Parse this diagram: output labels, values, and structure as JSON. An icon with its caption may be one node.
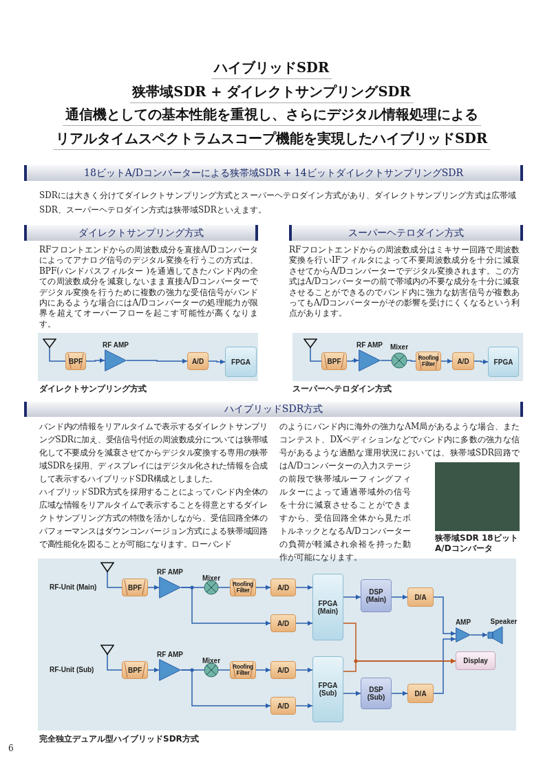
{
  "diagram": {
    "title": "ハイブリッドSDR",
    "nodes": [
      {
        "text": [],
        "shape": "antenna"
      },
      {
        "text": [
          "BPF"
        ]
      },
      {
        "text": [
          "RF AMP"
        ]
      },
      {
        "text": [
          "A/D"
        ]
      },
      {
        "text": [
          "FPGA"
        ]
      },
      {
        "text": [],
        "shape": "antenna"
      },
      {
        "text": [
          "BPF"
        ]
      },
      {
        "text": [
          "RF AMP"
        ]
      },
      {
        "text": [
          "Mixer"
        ]
      },
      {
        "text": [
          "Roofing Filter"
        ]
      },
      {
        "text": [
          "A/D"
        ]
      },
      {
        "text": [
          "FPGA"
        ]
      },
      {
        "text": [],
        "shape": "antenna"
      },
      {
        "text": [
          "BPF"
        ]
      },
      {
        "text": [
          "RF AMP"
        ]
      },
      {
        "text": [
          "Mixer"
        ]
      },
      {
        "text": [
          "Roofing Filter"
        ]
      },
      {
        "text": [
          "A/D"
        ]
      },
      {
        "text": [
          "A/D"
        ]
      },
      {
        "text": [
          "FPGA (Main)"
        ]
      },
      {
        "text": [
          "DSP (Main)"
        ]
      },
      {
        "text": [
          "D/A"
        ]
      },
      {
        "text": [],
        "shape": "antenna"
      },
      {
        "text": [
          "BPF"
        ]
      },
      {
        "text": [
          "RF AMP"
        ]
      },
      {
        "text": [
          "Mixer"
        ]
      },
      {
        "text": [
          "Roofing Filter"
        ]
      },
      {
        "text": [
          "A/D"
        ]
      },
      {
        "text": [
          "A/D"
        ]
      },
      {
        "text": [
          "FPGA (Sub)"
        ]
      },
      {
        "text": [
          "DSP (Sub)"
        ]
      },
      {
        "text": [
          "D/A"
        ]
      },
      {
        "text": [
          "AMP"
        ]
      },
      {
        "text": [
          "Speaker"
        ]
      },
      {
        "text": [
          "Display"
        ]
      }
    ],
    "edges": [
      {
        "from": 0,
        "to": 1,
        "arrow": "none"
      },
      {
        "from": 1,
        "to": 2,
        "arrow": "to"
      },
      {
        "from": 2,
        "to": 3,
        "arrow": "to"
      },
      {
        "from": 3,
        "to": 4,
        "arrow": "to"
      },
      {
        "from": 5,
        "to": 6,
        "arrow": "none"
      },
      {
        "from": 6,
        "to": 7,
        "arrow": "to"
      },
      {
        "from": 7,
        "to": 8,
        "arrow": "none"
      },
      {
        "from": 8,
        "to": 9,
        "arrow": "none"
      },
      {
        "from": 9,
        "to": 10,
        "arrow": "to"
      },
      {
        "from": 10,
        "to": 11,
        "arrow": "to"
      },
      {
        "from": 12,
        "to": 13,
        "arrow": "none"
      },
      {
        "from": 13,
        "to": 14,
        "arrow": "to"
      },
      {
        "from": 14,
        "to": 15,
        "arrow": "none"
      },
      {
        "from": 15,
        "to": 16,
        "arrow": "none"
      },
      {
        "from": 16,
        "to": 17,
        "arrow": "to"
      },
      {
        "from": 17,
        "to": 19,
        "arrow": "to"
      },
      {
        "from": 14,
        "to": 18,
        "arrow": "to"
      },
      {
        "from": 18,
        "to": 19,
        "arrow": "to"
      },
      {
        "from": 19,
        "to": 20,
        "arrow": "to"
      },
      {
        "from": 20,
        "to": 21,
        "arrow": "to"
      },
      {
        "from": 21,
        "to": 32,
        "arrow": "to"
      },
      {
        "from": 32,
        "to": 33,
        "arrow": "to"
      },
      {
        "from": 22,
        "to": 23,
        "arrow": "none"
      },
      {
        "from": 23,
        "to": 24,
        "arrow": "to"
      },
      {
        "from": 24,
        "to": 25,
        "arrow": "none"
      },
      {
        "from": 25,
        "to": 26,
        "arrow": "none"
      },
      {
        "from": 26,
        "to": 27,
        "arrow": "to"
      },
      {
        "from": 27,
        "to": 29,
        "arrow": "to"
      },
      {
        "from": 24,
        "to": 28,
        "arrow": "to"
      },
      {
        "from": 28,
        "to": 29,
        "arrow": "to"
      },
      {
        "from": 29,
        "to": 30,
        "arrow": "to"
      },
      {
        "from": 30,
        "to": 31,
        "arrow": "to"
      },
      {
        "from": 31,
        "to": 32,
        "arrow": "to"
      },
      {
        "from": 19,
        "to": 34,
        "arrow": "to",
        "color": "#c0561e"
      },
      {
        "from": 29,
        "to": 34,
        "arrow": "to",
        "color": "#c0561e"
      }
    ],
    "labels": [
      "狭帯域SDR + ダイレクトサンプリングSDR",
      "通信機としての基本性能を重視し、さらにデジタル情報処理による",
      "リアルタイムスペクトラムスコープ機能を実現したハイブリッドSDR",
      "18ビットA/Dコンバーターによる狭帯域SDR + 14ビットダイレクトサンプリングSDR",
      "SDRには大きく分けてダイレクトサンプリング方式とスーパーヘテロダイン方式があり、ダイレクトサンプリング方式は広帯域SDR、スーパーヘテロダイン方式は狭帯域SDRといえます。",
      "ダイレクトサンプリング方式",
      "スーパーヘテロダイン方式",
      "RFフロントエンドからの周波数成分を直接A/Dコンバータによってアナログ信号のデジタル変換を行うこの方式は、BPF(バンドパスフィルター )を通過してきたバンド内の全ての周波数成分を減衰しないまま直接A/Dコンバーターでデジタル変換を行うために複数の強力な受信信号がバンド内にあるような場合にはA/Dコンバーターの処理能力が限界を超えてオーバーフローを起こす可能性が高くなります。",
      "RFフロントエンドからの周波数成分はミキサー回路で周波数変換を行いIFフィルタによって不要周波数成分を十分に減衰させてからA/Dコンバーターでデジタル変換されます。この方式はA/Dコンバーターの前で帯域内の不要な成分を十分に減衰させることができるのでバンド内に強力な妨害信号が複数あってもA/Dコンバーターがその影響を受けにくくなるという利点があります。",
      "ダイレクトサンプリング方式",
      "スーパーヘテロダイン方式",
      "ハイブリッドSDR方式",
      "バンド内の情報をリアルタイムで表示するダイレクトサンプリングSDRに加え、受信信号付近の周波数成分については狭帯域化して不要成分を減衰させてからデジタル変換する専用の狭帯域SDRを採用、ディスプレイにはデジタル化された情報を合成して表示するハイブリッドSDR構成としました。",
      "ハイブリッドSDR方式を採用することによってバンド内全体の広域な情報をリアルタイムで表示することを得意とするダイレクトサンプリング方式の特徴を活かしながら、受信回路全体のパフォーマンスはダウンコンバージョン方式による狭帯域回路で高性能化を図ることが可能になります。ローバンド",
      "のようにバンド内に海外の強力なAM局があるような場合、またコンテスト、DXペディションなどでバンド内に多数の強力な信号があるような過酷な運用状況においては、狭帯域SDR回路ではA/Dコンバーターの入力ステージの前段で狭帯域ルーフィングフィルターによって通過帯域外の信号を十分に減衰させることができますから、受信回路全体から見たボトルネックとなるA/Dコンバーターの負荷が軽減され余裕を持った動作が可能になります。",
      "狭帯域SDR 18ビットA/Dコンバータ",
      "RF-Unit (Main)",
      "RF-Unit (Sub)",
      "完全独立デュアル型ハイブリッドSDR方式",
      "6"
    ]
  }
}
